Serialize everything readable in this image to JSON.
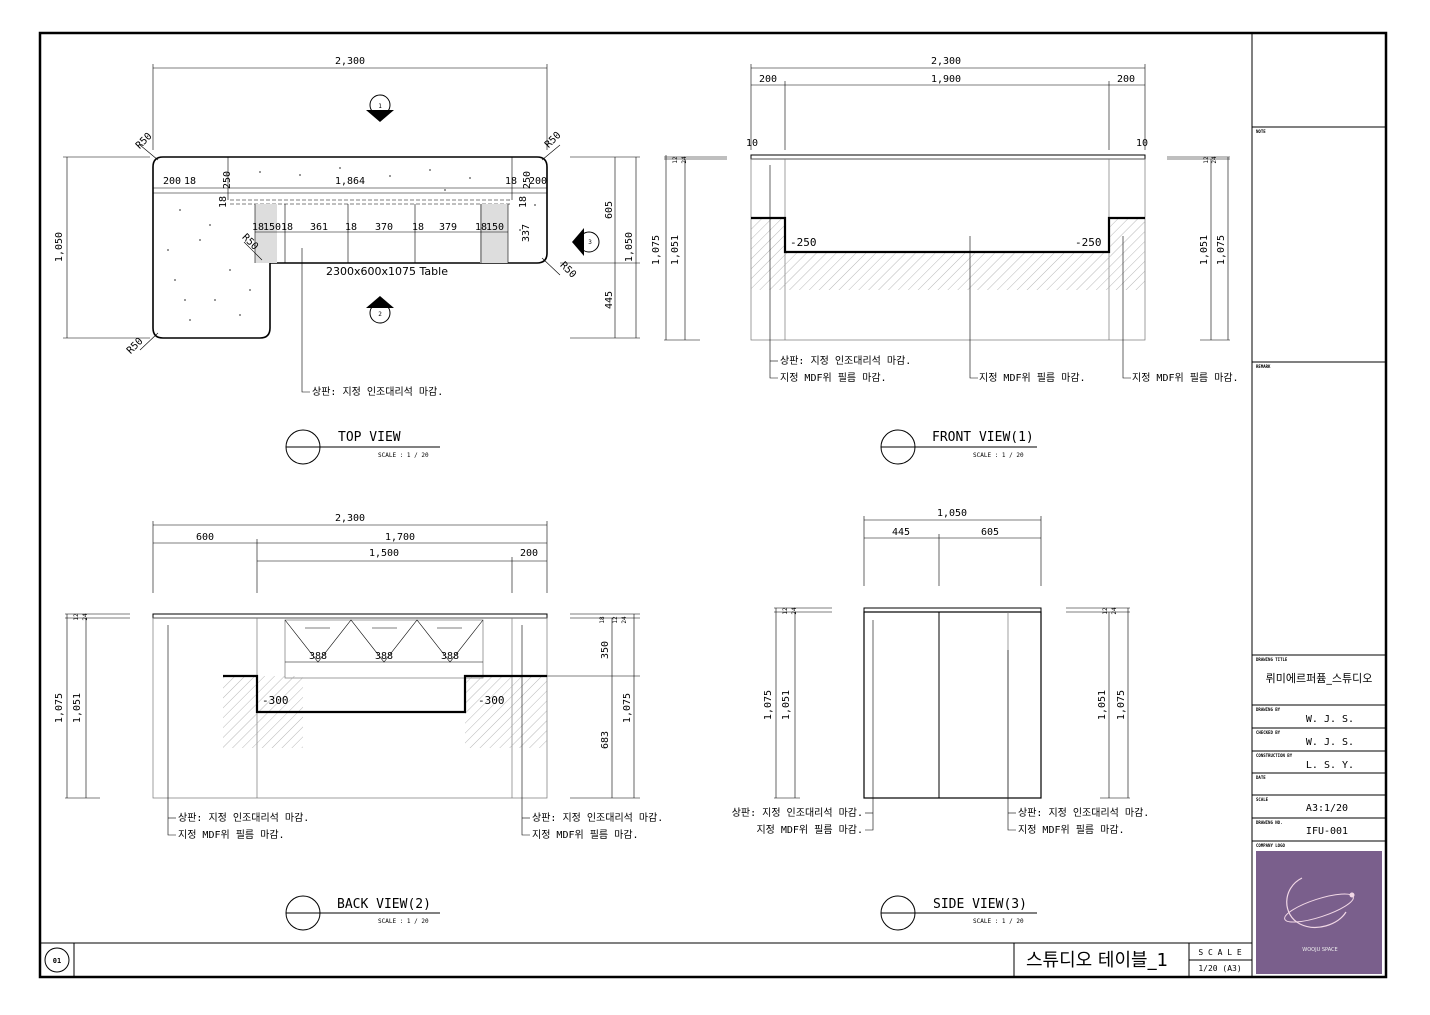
{
  "top_view": {
    "overall_width": "2,300",
    "overall_depth": "1,050",
    "depth_right": "1,050",
    "depth_upper": "605",
    "depth_lower": "445",
    "radius_labels": [
      "R50",
      "R50",
      "R50",
      "R50",
      "R50"
    ],
    "left_offset": "200",
    "right_offset": "200",
    "panel_18": "18",
    "panel_250": "250",
    "inner_width": "1,864",
    "inner_depth": "337",
    "bay_dims": [
      "18",
      "150",
      "18",
      "361",
      "18",
      "370",
      "18",
      "379",
      "18",
      "150"
    ],
    "table_label": "2300x600x1075 Table",
    "callout_1": "1",
    "callout_2": "2",
    "callout_3": "3",
    "note_top": "상판: 지정 인조대리석 마감.",
    "title": "TOP VIEW",
    "scale": "SCALE : 1 / 20"
  },
  "front_view": {
    "overall_width": "2,300",
    "left_offset": "200",
    "middle": "1,900",
    "right_offset": "200",
    "edge": "10",
    "top_12": "12",
    "top_24": "24",
    "height_1075": "1,075",
    "height_1051": "1,051",
    "floor_level": "-250",
    "note_top": "상판: 지정 인조대리석 마감.",
    "note_mdf": "지정 MDF위 필름 마감.",
    "title": "FRONT VIEW(1)",
    "scale": "SCALE : 1 / 20"
  },
  "back_view": {
    "overall_width": "2,300",
    "left_offset": "600",
    "right_part": "1,700",
    "inner": "1,500",
    "right_offset": "200",
    "drawer_width": "388",
    "h_350": "350",
    "h_683": "683",
    "h_18": "18",
    "top_12": "12",
    "top_24": "24",
    "height_1075": "1,075",
    "height_1051": "1,051",
    "floor_level": "-300",
    "note_top": "상판: 지정 인조대리석 마감.",
    "note_mdf": "지정 MDF위 필름 마감.",
    "title": "BACK VIEW(2)",
    "scale": "SCALE : 1 / 20"
  },
  "side_view": {
    "overall_depth": "1,050",
    "left_part": "445",
    "right_part": "605",
    "top_12": "12",
    "top_24": "24",
    "height_1075": "1,075",
    "height_1051": "1,051",
    "note_top": "상판: 지정 인조대리석 마감.",
    "note_mdf": "지정 MDF위 필름 마감.",
    "title": "SIDE VIEW(3)",
    "scale": "SCALE : 1 / 20"
  },
  "title_block": {
    "note_label": "NOTE",
    "remark_label": "REMARK",
    "drawing_title_label": "DRAWING TITLE",
    "drawing_title": "뤼미에르퍼퓸_스튜디오",
    "drawn_by_label": "DRAWING BY",
    "drawn_by": "W. J. S.",
    "checked_by_label": "CHECKED BY",
    "checked_by": "W. J. S.",
    "construction_by_label": "CONSTRUCTION BY",
    "construction_by": "L. S. Y.",
    "date_label": "DATE",
    "scale_label": "SCALE",
    "scale_value": "A3:1/20",
    "drawing_no_label": "DRAWING NO.",
    "drawing_no": "IFU-001",
    "logo_label": "COMPANY LOGO",
    "logo_text": "WOOJU SPACE",
    "logo_color": "#7a5f8c"
  },
  "footer": {
    "sheet_number": "01",
    "sheet_title": "스튜디오 테이블_1",
    "scale_label": "S C A L E",
    "scale_value": "1/20 (A3)"
  }
}
